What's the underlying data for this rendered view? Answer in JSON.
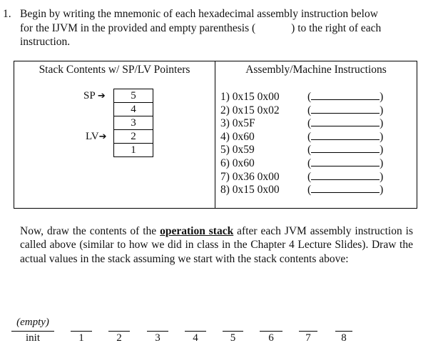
{
  "question": {
    "number": "1.",
    "line1": "Begin by writing the mnemonic of each hexadecimal assembly instruction below",
    "line2_before": "for the IJVM in the provided and empty parenthesis (",
    "line2_after": ") to the right of each",
    "line3": "instruction."
  },
  "table": {
    "left_header": "Stack Contents w/ SP/LV Pointers",
    "right_header": "Assembly/Machine Instructions",
    "stack": [
      "5",
      "4",
      "3",
      "2",
      "1"
    ],
    "pointers": [
      {
        "label": "SP",
        "arrow": "➔",
        "index": 0
      },
      {
        "label": "LV",
        "arrow": "➔",
        "index": 3
      }
    ],
    "instructions": [
      {
        "code": "1) 0x15 0x00",
        "open": "(",
        "close": ")"
      },
      {
        "code": "2) 0x15 0x02",
        "open": "(",
        "close": ")"
      },
      {
        "code": "3) 0x5F",
        "open": "(",
        "close": ")"
      },
      {
        "code": "4) 0x60",
        "open": "(",
        "close": ")"
      },
      {
        "code": "5) 0x59",
        "open": "(",
        "close": ")"
      },
      {
        "code": "6) 0x60",
        "open": "(",
        "close": ")"
      },
      {
        "code": "7) 0x36 0x00",
        "open": "(",
        "close": ")"
      },
      {
        "code": "8) 0x15 0x00",
        "open": "(",
        "close": ")"
      }
    ]
  },
  "paragraph": {
    "before": "Now, draw the contents of the ",
    "emphasis": "operation stack",
    "after": " after each JVM assembly instruction is called above (similar to how we did in class in the Chapter 4 Lecture Slides). Draw the actual values in the stack assuming we start with the stack contents above:"
  },
  "slots": [
    {
      "top": "(empty)",
      "label": "init"
    },
    {
      "top": "",
      "label": "1"
    },
    {
      "top": "",
      "label": "2"
    },
    {
      "top": "",
      "label": "3"
    },
    {
      "top": "",
      "label": "4"
    },
    {
      "top": "",
      "label": "5"
    },
    {
      "top": "",
      "label": "6"
    },
    {
      "top": "",
      "label": "7"
    },
    {
      "top": "",
      "label": "8"
    }
  ]
}
